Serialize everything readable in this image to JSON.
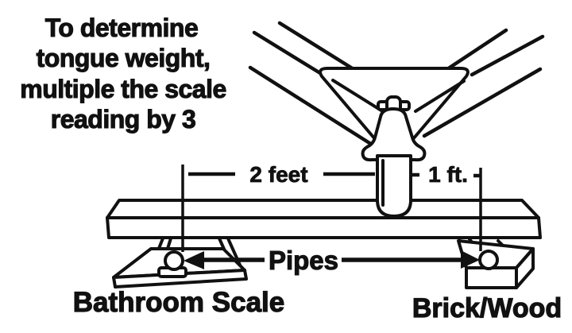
{
  "instruction": {
    "line1": "To determine",
    "line2": "tongue weight,",
    "line3": "multiple the scale",
    "line4": "reading by 3"
  },
  "dimensions": {
    "left": "2 feet",
    "right": "1 ft."
  },
  "labels": {
    "pipes": "Pipes",
    "scale": "Bathroom Scale",
    "brick": "Brick/Wood"
  },
  "colors": {
    "ink": "#111111",
    "background": "#ffffff"
  }
}
